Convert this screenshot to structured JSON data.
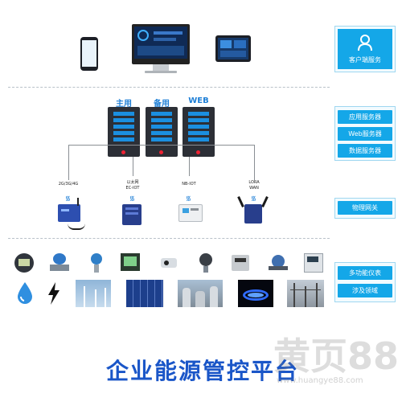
{
  "right_panel": {
    "client": {
      "label": "客户端服务"
    },
    "servers": [
      "应用服务器",
      "Web服务器",
      "数据服务器"
    ],
    "gateway": "物理网关",
    "instruments": "多功能仪表",
    "domains": "涉及领域"
  },
  "devices": {
    "icons": [
      "phone-icon",
      "monitor-icon",
      "tablet-icon"
    ]
  },
  "servers": {
    "labels": [
      "主用",
      "备用",
      "WEB"
    ]
  },
  "gateways": [
    {
      "line1": "2G/3G/4G",
      "line2": ""
    },
    {
      "line1": "以太网",
      "line2": "EC-IOT"
    },
    {
      "line1": "NB-IOT",
      "line2": ""
    },
    {
      "line1": "LORA",
      "line2": "WAN"
    }
  ],
  "meters": [
    "round-meter",
    "flow-meter",
    "pressure-transmitter",
    "panel-meter",
    "camera",
    "gas-sensor",
    "gas-meter",
    "water-meter",
    "din-rail-meter"
  ],
  "scenes": [
    "water-drop-icon",
    "lightning-icon",
    "wind-turbine",
    "solar-panel",
    "industrial-plant",
    "gas-flame",
    "substation"
  ],
  "title": "企业能源管控平台",
  "watermark": {
    "large": "黄页88",
    "small": "www.huangye88.com"
  },
  "colors": {
    "accent": "#14a7e8",
    "title": "#1a56c8",
    "server_bay": "#1b8fe0"
  }
}
